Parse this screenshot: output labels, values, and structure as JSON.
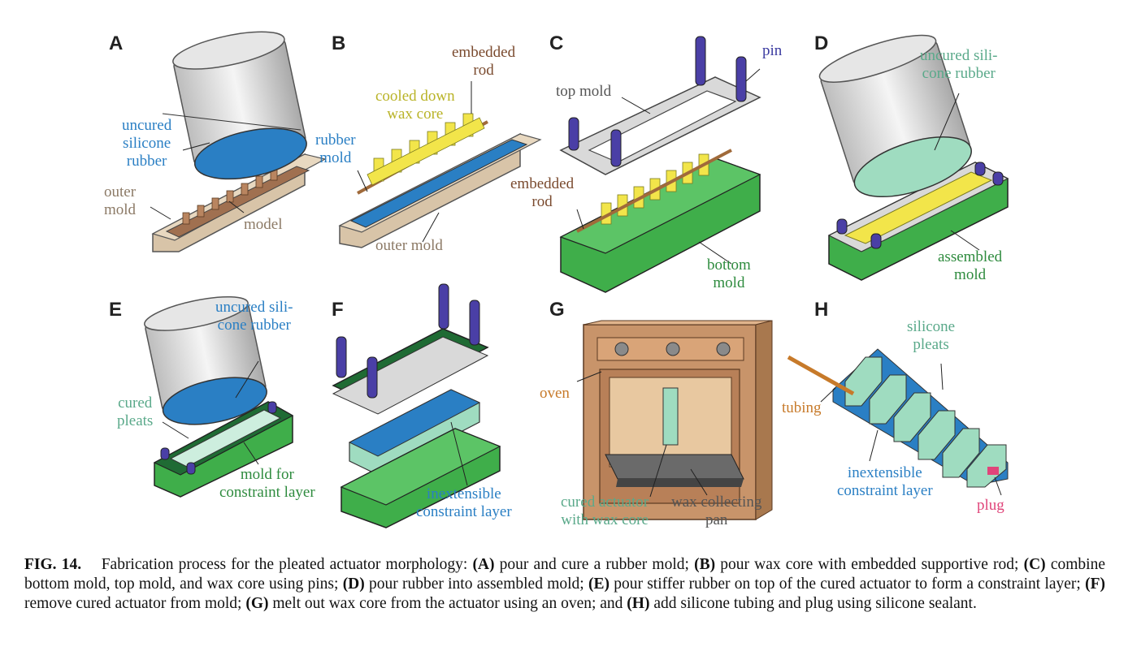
{
  "panels": [
    {
      "letter": "A",
      "labels": [
        "uncured",
        "silicone",
        "rubber",
        "outer",
        "mold",
        "model"
      ]
    },
    {
      "letter": "B",
      "labels": [
        "embedded",
        "rod",
        "cooled down",
        "wax core",
        "rubber",
        "mold",
        "outer mold"
      ]
    },
    {
      "letter": "C",
      "labels": [
        "pin",
        "top mold",
        "embedded",
        "rod",
        "bottom",
        "mold"
      ]
    },
    {
      "letter": "D",
      "labels": [
        "uncured sili-",
        "cone rubber",
        "assembled",
        "mold"
      ]
    },
    {
      "letter": "E",
      "labels": [
        "uncured sili-",
        "cone rubber",
        "cured",
        "pleats",
        "mold for",
        "constraint layer"
      ]
    },
    {
      "letter": "F",
      "labels": [
        "inextensible",
        "constraint layer"
      ]
    },
    {
      "letter": "G",
      "labels": [
        "oven",
        "cured actuator",
        "with wax core",
        "wax collecting",
        "pan"
      ]
    },
    {
      "letter": "H",
      "labels": [
        "silicone",
        "pleats",
        "tubing",
        "inextensible",
        "constraint layer",
        "plug"
      ]
    }
  ],
  "caption": {
    "fig": "FIG. 14.",
    "intro": "Fabrication process for the pleated actuator morphology: ",
    "steps": [
      {
        "key": "(A)",
        "text": " pour and cure a rubber mold; "
      },
      {
        "key": "(B)",
        "text": " pour wax core with embedded supportive rod; "
      },
      {
        "key": "(C)",
        "text": " combine bottom mold, top mold, and wax core using pins; "
      },
      {
        "key": "(D)",
        "text": " pour rubber into assembled mold; "
      },
      {
        "key": "(E)",
        "text": " pour stiffer rubber on top of the cured actuator to form a constraint layer; "
      },
      {
        "key": "(F)",
        "text": " remove cured actuator from mold; "
      },
      {
        "key": "(G)",
        "text": " melt out wax core from the actuator using an oven; and "
      },
      {
        "key": "(H)",
        "text": " add silicone tubing and plug using silicone sealant."
      }
    ]
  },
  "colors": {
    "blue": "#2a7fc4",
    "tan": "#d8c4a8",
    "green": "#3fae4a",
    "wax": "#f2e54a",
    "mint": "#9fdcc0",
    "purple": "#4a3fa6",
    "oven": "#c8946a",
    "silver": "#d9d9d9"
  }
}
